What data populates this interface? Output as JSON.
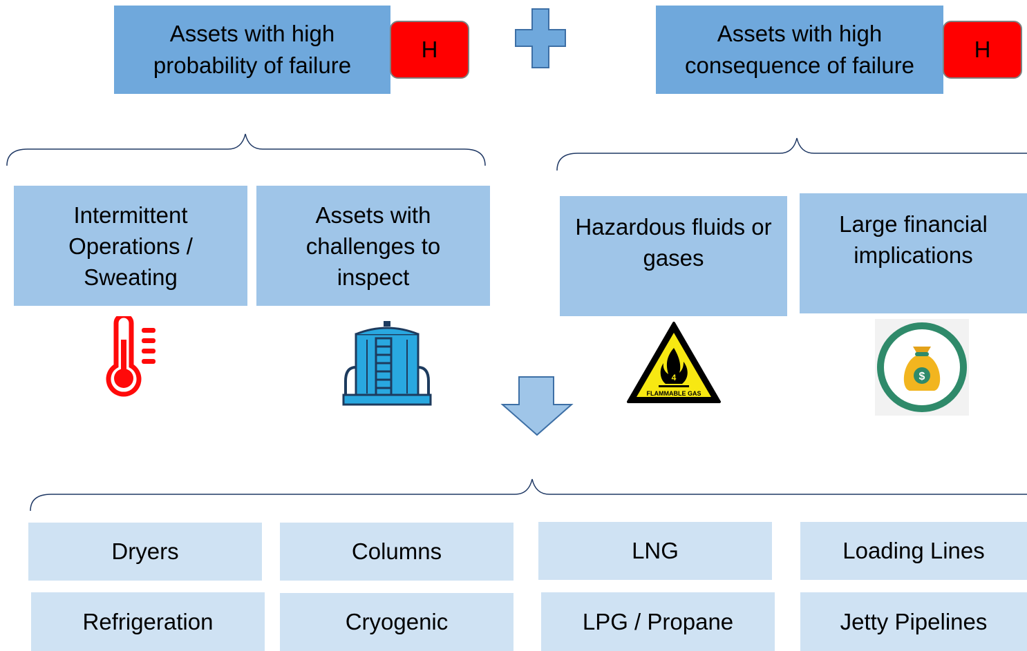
{
  "top": {
    "left_label": "Assets with high probability of failure",
    "left_badge": "H",
    "right_label": "Assets with high consequence of failure",
    "right_badge": "H"
  },
  "probability_factors": [
    {
      "label": "Intermittent Operations / Sweating",
      "icon": "thermometer-icon"
    },
    {
      "label": "Assets with challenges to inspect",
      "icon": "storage-tank-icon"
    }
  ],
  "consequence_factors": [
    {
      "label": "Hazardous fluids or gases",
      "icon": "flammable-gas-warning-icon"
    },
    {
      "label": "Large financial implications",
      "icon": "money-bag-icon"
    }
  ],
  "flammable_sign_text": "FLAMMABLE GAS",
  "flammable_sign_number": "4",
  "assets": [
    [
      "Dryers",
      "Columns",
      "LNG",
      "Loading Lines"
    ],
    [
      "Refrigeration",
      "Cryogenic",
      "LPG / Propane",
      "Jetty Pipelines"
    ]
  ],
  "colors": {
    "top_box": "#6fa8dc",
    "factor_box": "#9fc5e8",
    "asset_box": "#cfe2f3",
    "badge": "#ff0000",
    "plus": "#6fa8dc",
    "brace": "#1f3864"
  }
}
